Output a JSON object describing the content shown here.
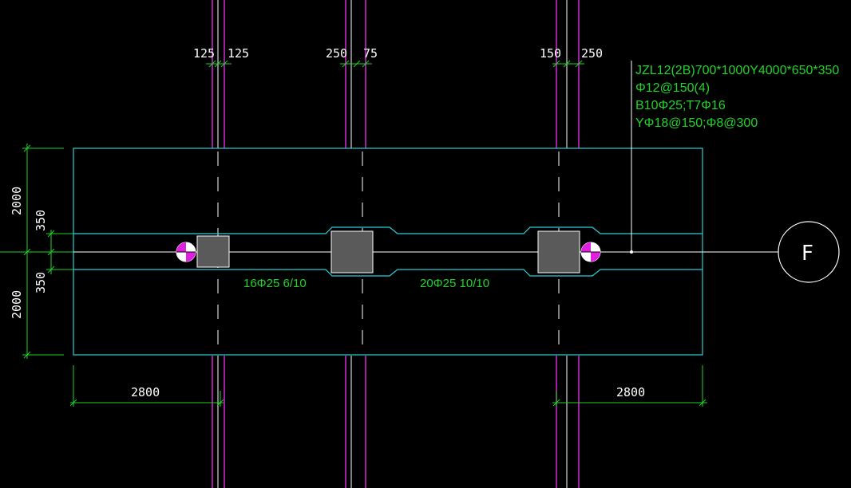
{
  "colors": {
    "background": "#000000",
    "outline": "#2ad0d6",
    "axis_line": "#ffffff",
    "column_line": "#d42ad4",
    "dimension": "#22d22b",
    "column_fill": "#5a5a5a",
    "marker_pink": "#e020e0"
  },
  "column_dims": [
    {
      "left": "125",
      "right": "125"
    },
    {
      "left": "250",
      "right": "75"
    },
    {
      "left": "150",
      "right": "250"
    }
  ],
  "beam_note": {
    "line1": "JZL12(2B)700*1000Y4000*650*350",
    "line2": "Φ12@150(4)",
    "line3": "B10Φ25;T7Φ16",
    "line4": "YΦ18@150;Φ8@300"
  },
  "side_dims": {
    "top_outer": "2000",
    "top_inner": "350",
    "bottom_inner": "350",
    "bottom_outer": "2000"
  },
  "rebar_labels": {
    "span1": "16Φ25 6/10",
    "span2": "20Φ25 10/10"
  },
  "bottom_dims": {
    "left": "2800",
    "right": "2800"
  },
  "axis_label": "F"
}
